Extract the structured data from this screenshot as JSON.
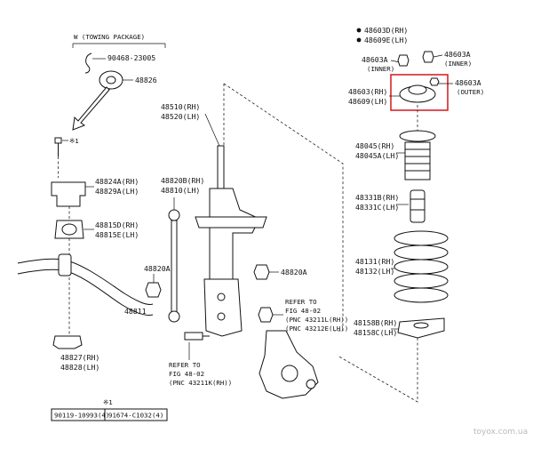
{
  "header": {
    "towing_package": "W (TOWING PACKAGE)",
    "rh_part_main": "48603D(RH)",
    "lh_part_main": "48609E(LH)"
  },
  "labels": {
    "p90468": "90468-23005",
    "p48826": "48826",
    "note1": "※1",
    "p48510": "48510(RH)",
    "p48520": "48520(LH)",
    "p48824": "48824A(RH)",
    "p48829": "48829A(LH)",
    "p48820b": "48820B(RH)",
    "p48810": "48810(LH)",
    "p48815d": "48815D(RH)",
    "p48815e": "48815E(LH)",
    "p48820a_left": "48820A",
    "p48820a_right": "48820A",
    "p48811": "48811",
    "p48827": "48827(RH)",
    "p48828": "48828(LH)",
    "p48603a_inner": "48603A",
    "inner1": "(INNER)",
    "p48603_rh": "48603(RH)",
    "p48609_lh": "48609(LH)",
    "p48603a_right_inner": "48603A",
    "inner2": "(INNER)",
    "p48603a_outer": "48603A",
    "outer": "(OUTER)",
    "p48045": "48045(RH)",
    "p48045a": "48045A(LH)",
    "p48331b": "48331B(RH)",
    "p48331c": "48331C(LH)",
    "p48131": "48131(RH)",
    "p48132": "48132(LH)",
    "p48158b": "48158B(RH)",
    "p48158c": "48158C(LH)"
  },
  "refs": {
    "ref1_line1": "REFER TO",
    "ref1_line2": "FIG 48-02",
    "ref1_line3": "(PNC 43211L(RH))",
    "ref1_line4": "(PNC 43212E(LH))",
    "ref2_line1": "REFER TO",
    "ref2_line2": "FIG 48-02",
    "ref2_line3": "(PNC 43211K(RH))"
  },
  "footer": {
    "note": "※1",
    "table": [
      "90119-10993(4)",
      "91674-C1032(4)"
    ]
  },
  "watermark": "toyox.com.ua",
  "colors": {
    "highlight": "#d6262b",
    "line": "#111111"
  }
}
